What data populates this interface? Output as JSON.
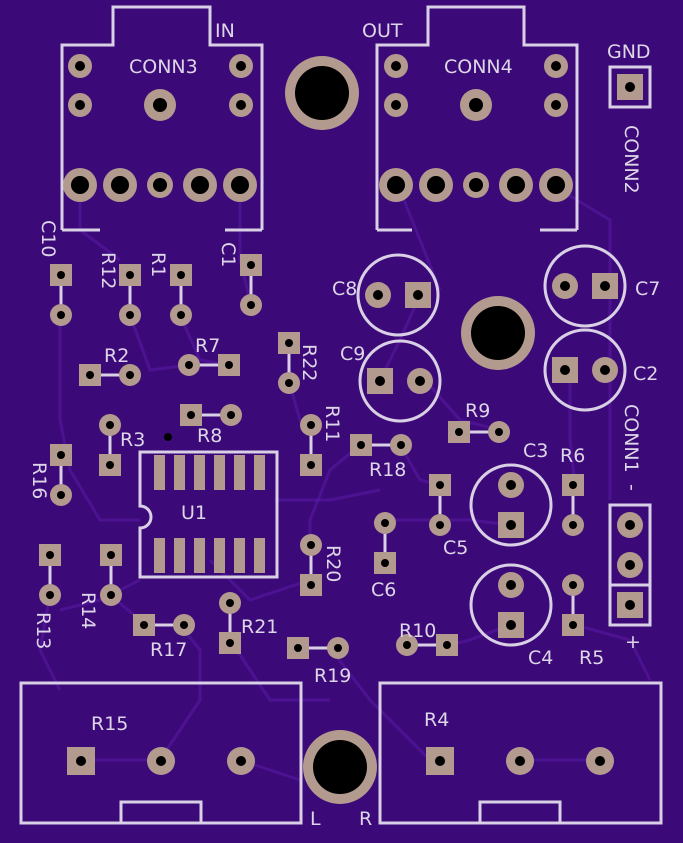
{
  "labels": {
    "in": "IN",
    "out": "OUT",
    "gnd": "GND",
    "conn3": "CONN3",
    "conn4": "CONN4",
    "conn2": "CONN2",
    "conn1": "CONN1",
    "minus": "-",
    "plus": "+",
    "c10": "C10",
    "r12": "R12",
    "r1": "R1",
    "c1": "C1",
    "c8": "C8",
    "c7": "C7",
    "c9": "C9",
    "c2": "C2",
    "r2": "R2",
    "r7": "R7",
    "r22": "R22",
    "r8": "R8",
    "r3": "R3",
    "r11": "R11",
    "r9": "R9",
    "r18": "R18",
    "c3": "C3",
    "r6": "R6",
    "r16": "R16",
    "u1": "U1",
    "c5": "C5",
    "c6": "C6",
    "r20": "R20",
    "r13": "R13",
    "r14": "R14",
    "r17": "R17",
    "r21": "R21",
    "r19": "R19",
    "r10": "R10",
    "c4": "C4",
    "r5": "R5",
    "r15": "R15",
    "r4": "R4",
    "l": "L",
    "r": "R"
  },
  "colors": {
    "board": "#3c0a78",
    "silkscreen": "#d9d0e6",
    "pad": "#b39a8f",
    "hole": "#000000",
    "trace": "#5a1aa8"
  }
}
